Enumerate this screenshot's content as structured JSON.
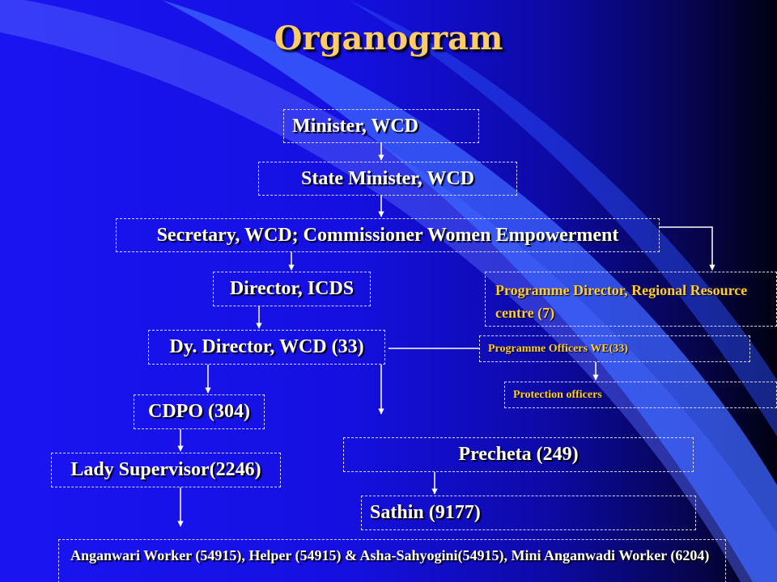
{
  "title": "Organogram",
  "nodes": {
    "minister": "Minister,  WCD",
    "state_minister": "State Minister,  WCD",
    "secretary": "Secretary, WCD; Commissioner Women Empowerment",
    "director_icds": "Director, ICDS",
    "programme_director": "Programme Director, Regional Resource centre (7)",
    "dy_director": "Dy. Director, WCD (33)",
    "programme_officers": "Programme Officers WE(33)",
    "protection_officers": "Protection officers",
    "cdpo": "CDPO (304)",
    "precheta": "Precheta (249)",
    "lady_supervisor": "Lady Supervisor(2246)",
    "sathin": "Sathin (9177)",
    "anganwari": "Anganwari Worker (54915), Helper (54915) & Asha-Sahyogini(54915), Mini Anganwadi Worker (6204)"
  },
  "colors": {
    "background_start": "#1a14f2",
    "background_end": "#000010",
    "title": "#ffcc66",
    "programme_text": "#ffcc33",
    "box_border": "#d8d8ff",
    "connector": "#ffffff"
  }
}
